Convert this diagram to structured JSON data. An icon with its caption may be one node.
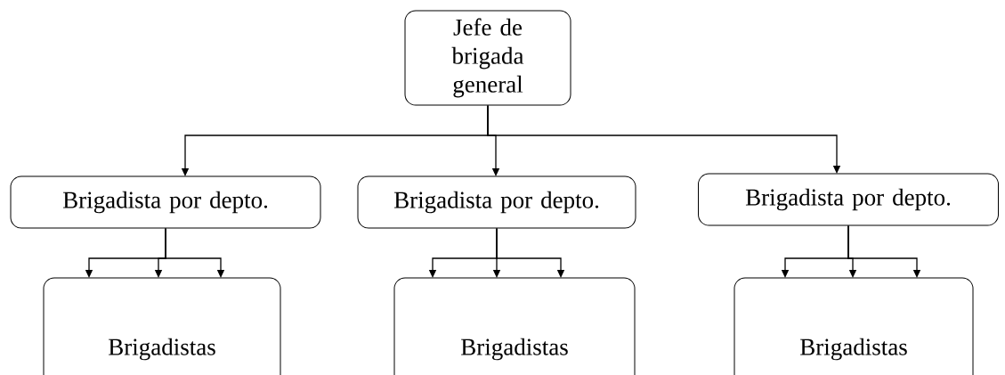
{
  "diagram": {
    "nodes": [
      {
        "text": [
          "Jefe de brigada general"
        ]
      },
      {
        "text": [
          "Brigadista por depto."
        ]
      },
      {
        "text": [
          "Brigadista por depto."
        ]
      },
      {
        "text": [
          "Brigadista por depto."
        ]
      },
      {
        "text": [
          "Brigadistas"
        ]
      },
      {
        "text": [
          "Brigadistas"
        ]
      },
      {
        "text": [
          "Brigadistas"
        ]
      }
    ],
    "edges": [
      {
        "from": 0,
        "to": 1,
        "arrow": "to"
      },
      {
        "from": 0,
        "to": 2,
        "arrow": "to"
      },
      {
        "from": 0,
        "to": 3,
        "arrow": "to"
      },
      {
        "from": 1,
        "to": 4,
        "arrow": "to"
      },
      {
        "from": 1,
        "to": 4,
        "arrow": "to"
      },
      {
        "from": 1,
        "to": 4,
        "arrow": "to"
      },
      {
        "from": 2,
        "to": 5,
        "arrow": "to"
      },
      {
        "from": 2,
        "to": 5,
        "arrow": "to"
      },
      {
        "from": 2,
        "to": 5,
        "arrow": "to"
      },
      {
        "from": 3,
        "to": 6,
        "arrow": "to"
      },
      {
        "from": 3,
        "to": 6,
        "arrow": "to"
      },
      {
        "from": 3,
        "to": 6,
        "arrow": "to"
      }
    ]
  }
}
